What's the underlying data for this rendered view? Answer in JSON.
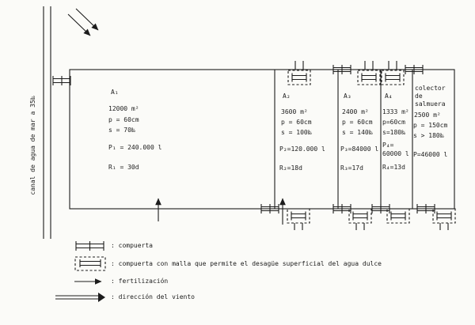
{
  "channel": {
    "label": "canal de agua de mar a 35‰"
  },
  "compartments": {
    "a1": {
      "label": "A₁",
      "area": "12000 m²",
      "depth": "p = 60cm",
      "salinity": "s = 70‰",
      "production": "P₁ = 240.000 l",
      "residence": "R₁ = 30d"
    },
    "a2": {
      "label": "A₂",
      "area": "3600 m²",
      "depth": "p = 60cm",
      "salinity": "s = 100‰",
      "production": "P₂=120.000 l",
      "residence": "R₂=18d"
    },
    "a3": {
      "label": "A₃",
      "area": "2400 m²",
      "depth": "p = 60cm",
      "salinity": "s = 140‰",
      "production": "P₃=84000 l",
      "residence": "R₃=17d"
    },
    "a4": {
      "label": "A₄",
      "area": "1333 m²",
      "depth": "p=60cm",
      "salinity": "s=180‰",
      "production": "P₄=",
      "production_value": "60000 l",
      "residence": "R₄=13d"
    },
    "colector": {
      "name_line1": "colector",
      "name_line2": "de",
      "name_line3": "salmuera",
      "area": "2500 m²",
      "depth": "p = 150cm",
      "salinity": "s > 180‰",
      "production": "P=46000 l"
    }
  },
  "legend": {
    "compuerta": ": compuerta",
    "compuerta_malla": ": compuerta con malla que permite el desagüe superficial del agua dulce",
    "fertilizacion": ": fertilización",
    "viento": ": dirección del viento"
  }
}
